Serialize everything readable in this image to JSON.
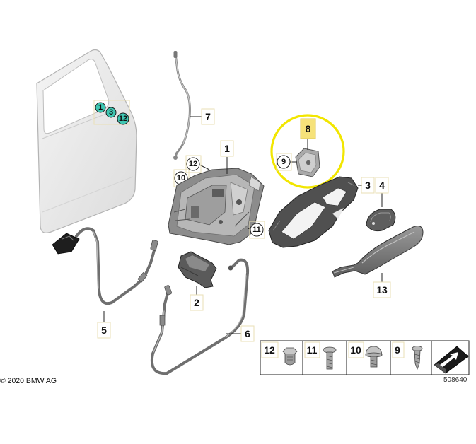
{
  "door_callouts": [
    "1",
    "3",
    "12"
  ],
  "callouts": {
    "rod": "7",
    "rod_clip_a": "12",
    "rod_clip_b": "10",
    "lock": "1",
    "lock_screw": "11",
    "bracket": "8",
    "bracket_screw": "9",
    "handle_carrier": "3",
    "handle_cap": "4",
    "outer_handle": "13",
    "cable_front": "5",
    "cover": "2",
    "cable_rear": "6"
  },
  "fastener_table": [
    {
      "label": "12",
      "icon": "nut-clip-icon"
    },
    {
      "label": "11",
      "icon": "flat-head-screw-icon"
    },
    {
      "label": "10",
      "icon": "round-head-bolt-icon"
    },
    {
      "label": "9",
      "icon": "tapping-screw-icon"
    },
    {
      "label": "",
      "icon": "wedge-arrow-icon"
    }
  ],
  "copyright": "© 2020 BMW AG",
  "diagram_number": "508640",
  "colors": {
    "highlight_ring": "#f2e600",
    "highlight_box": "#f6e27a",
    "door_callout": "#3fc7b2"
  }
}
